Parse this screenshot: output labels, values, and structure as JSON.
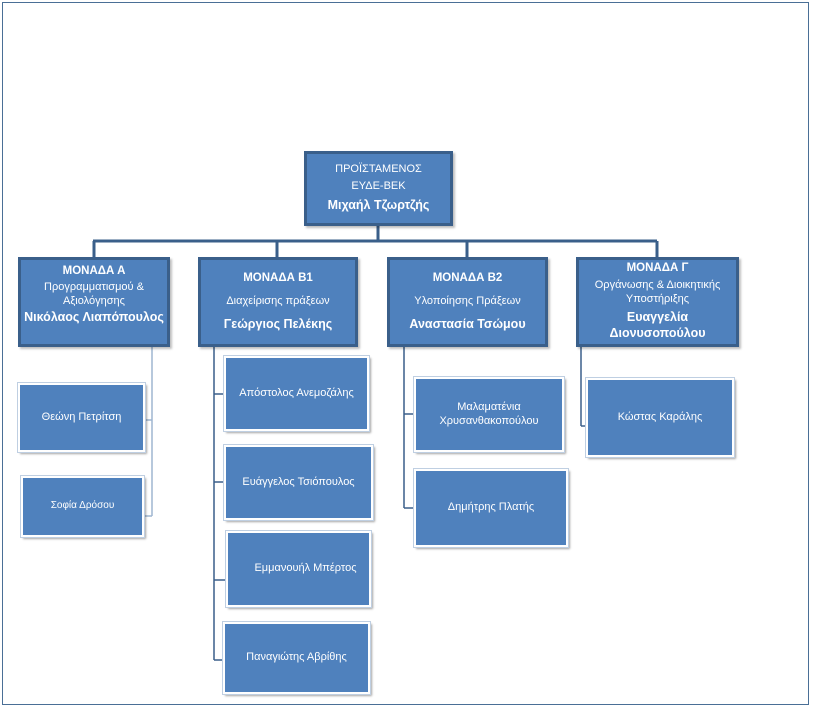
{
  "head": {
    "line1": "ΠΡΟΪΣΤΑΜΕΝΟΣ",
    "line2": "ΕΥΔΕ-ΒΕΚ",
    "name": "Μιχαήλ Τζωρτζής"
  },
  "units": [
    {
      "title": "ΜΟΝΑΔΑ  Α",
      "subtitle": "Προγραμματισμού & Αξιολόγησης",
      "name": "Νικόλαος Λιαπόπουλος"
    },
    {
      "title": "ΜΟΝΑΔΑ Β1",
      "subtitle": "Διαχείρισης πράξεων",
      "name": "Γεώργιος Πελέκης"
    },
    {
      "title": "ΜΟΝΑΔΑ Β2",
      "subtitle": "Υλοποίησης Πράξεων",
      "name": "Αναστασία Τσώμου"
    },
    {
      "title": "ΜΟΝΑΔΑ Γ",
      "subtitle": "Οργάνωσης & Διοικητικής Υποστήριξης",
      "name": "Ευαγγελία Διονυσοπούλου"
    }
  ],
  "staff": {
    "unit_a": [
      "Θεώνη Πετρίτση",
      "Σοφία Δρόσου"
    ],
    "unit_b1": [
      "Απόστολος  Ανεμοζάλης",
      "Ευάγγελος Τσιόπουλος",
      "Εμμανουήλ Μπέρτος",
      "Παναγιώτης Αβρίθης"
    ],
    "unit_b2": [
      "Μαλαματένια Χρυσανθακοπούλου",
      "Δημήτρης Πλατής"
    ],
    "unit_g": [
      "Κώστας Καράλης"
    ]
  },
  "colors": {
    "box_fill": "#4f81bd",
    "box_border": "#3a5f8a",
    "connector": "#3a5f8a",
    "frame": "#4a6f96"
  }
}
